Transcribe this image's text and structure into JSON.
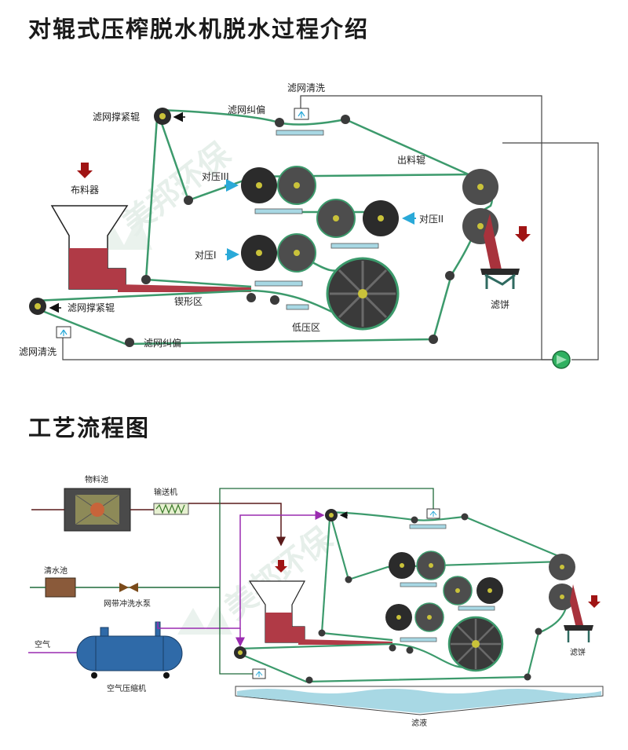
{
  "titles": {
    "process": "对辊式压榨脱水机脱水过程介绍",
    "flow": "工艺流程图"
  },
  "watermark": "美邦环保",
  "process_labels": {
    "belt_wash_top": "滤网清洗",
    "tension_roll_top": "滤网撑紧辊",
    "belt_correct_top": "滤网纠偏",
    "discharge_roll": "出料辊",
    "distributor": "布料器",
    "press3": "对压III",
    "press2": "对压II",
    "press1": "对压I",
    "tension_roll_bottom": "滤网撑紧辊",
    "wedge_zone": "锲形区",
    "low_pressure_zone": "低压区",
    "cake": "滤饼",
    "belt_correct_bottom": "滤网纠偏",
    "belt_wash_bottom": "滤网清洗"
  },
  "flow_labels": {
    "material_tank": "物料池",
    "conveyor": "输送机",
    "clean_water_tank": "清水池",
    "wash_pump": "网带冲洗水泵",
    "air": "空气",
    "compressor": "空气压缩机",
    "cake": "滤饼",
    "filtrate": "滤液"
  },
  "colors": {
    "belt": "#3c9a6c",
    "roll": "#4d4d4d",
    "roll_dark": "#2b2b2b",
    "hub": "#c9c23a",
    "sludge": "#a8323c",
    "arrow_red": "#a01414",
    "arrow_blue": "#2aa9d8",
    "water": "#a8d8e4",
    "air_line": "#9a2bb0",
    "tank": "#2f6aa8"
  }
}
